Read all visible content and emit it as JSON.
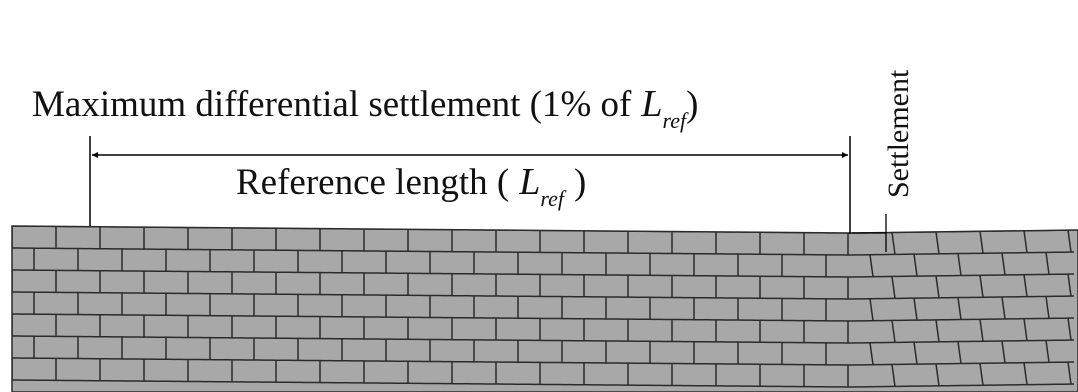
{
  "title": {
    "text": "Maximum differential settlement (1% of",
    "variable": "L",
    "subscript": "ref",
    "close": ")"
  },
  "reference_length": {
    "text": "Reference length (",
    "variable": "L",
    "subscript": "ref",
    "close": ")"
  },
  "settlement_label": "Settlement",
  "colors": {
    "brick_fill": "#a8a8a8",
    "mortar": "#2b2b2b",
    "line": "#000000",
    "background": "#ffffff"
  }
}
